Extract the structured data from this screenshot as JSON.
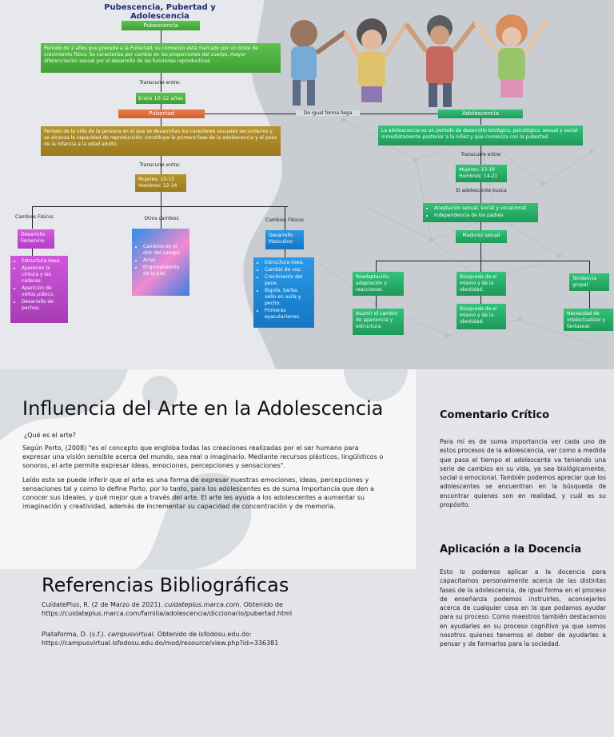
{
  "mindmap": {
    "title": "Pubescencia, Pubertad y Adolescencia",
    "pubescencia": {
      "label": "Pubescencia",
      "desc": "Período de 2 años que precede a la Pubertad, su comienzo está marcado por un brote de crecimiento físico. Se caracteriza por cambio en las proporciones del cuerpo, mayor diferenciación sexual por el desarrollo de las funciones reproductivas",
      "transcurre": "Transcurre entre:",
      "age": "Entre 10-12 años"
    },
    "pubertad": {
      "label": "Pubertad",
      "desc": "Período de la vida de la persona en el que se desarrollan los caracteres sexuales secundarios y se alcanza la capacidad de reproducción; constituye la primera fase de la adolescencia y el paso de la infancia a la edad adulto.",
      "transcurre": "Transcurre entre:",
      "ages": [
        "Mujeres: 10-13",
        "Hombres: 12-14"
      ]
    },
    "connector": "De igual forma llega",
    "femenino": {
      "header": "Cambios Físicos",
      "title": "Desarrollo Femenino",
      "items": [
        "Estructura ósea.",
        "Aparecen la cintura y las caderas.",
        "Aparición de vellos púbico.",
        "Desarrollo de pechos."
      ]
    },
    "otros": {
      "header": "Otros cambios",
      "items": [
        "Cambios en el olor del cuerpo.",
        "Acné.",
        "Engrosamiento de la piel."
      ]
    },
    "masculino": {
      "header": "Cambios Físicos",
      "title": "Desarrollo Masculino",
      "items": [
        "Estructura ósea.",
        "Cambio de voz.",
        "Crecimiento del pene.",
        "Bigote, barba, vello en axila y pecho.",
        "Primeras eyaculaciones."
      ]
    },
    "adolescencia": {
      "label": "Adolescencia",
      "desc": "La adolescencia es un período de desarrollo biológico, psicológico, sexual y social inmediatamente posterior a la niñez y que comienza con la pubertad.",
      "transcurre": "Transcurre entre:",
      "ages": [
        "Mujeres: 13-19",
        "Hombres: 14-21"
      ],
      "busca": "El adolescente busca",
      "goals": [
        "Aceptación sexual, social y vocacional.",
        "Independencia de los padres"
      ],
      "madurez": "Madurez sexual",
      "branches": [
        {
          "top": "Readaptación, adaptación y reacciones.",
          "bottom": "Asumir el cambio de apariencia y estructura."
        },
        {
          "top": "Búsqueda de sí mismo y de la identidad.",
          "bottom": "Búsqueda de sí mismo y de la identidad."
        },
        {
          "top": "Tendencia grupal.",
          "bottom": "Necesidad de intelectualizar y fantasear."
        }
      ]
    }
  },
  "influencia": {
    "title": "Influencia del Arte en la Adolescencia",
    "question": "¿Qué es el arte?",
    "p1": "Según Porto, (2008) \"es el concepto que engloba todas las creaciones realizadas por el ser humano para expresar una visión sensible acerca del mundo, sea real o imaginario. Mediante recursos plásticos, lingüísticos o sonoros, el arte permite expresar ideas, emociones, percepciones y sensaciones\".",
    "p2": "Leído esto se puede inferir que el arte es una forma de expresar nuestras emociones, ideas, percepciones y sensaciones tal y como lo define Porto, por lo tanto, para los adolescentes es de suma importancia que den a conocer sus ideales, y qué mejor que a través del arte. El arte les ayuda a los adolescentes a aumentar su imaginación y creatividad, además de incrementar su capacidad de concentración y de memoria."
  },
  "referencias": {
    "title": "Referencias Bibliográficas",
    "items": [
      {
        "pre": "CuídatePlus, R. (2 de Marzo de 2021). ",
        "ital": "cuidateplus.marca.com",
        "post": ". Obtenido de https://cuidateplus.marca.com/familia/adolescencia/diccionario/pubertad.html"
      },
      {
        "pre": "Plataforma, D. (s.f.). ",
        "ital": "campusvirtual.",
        "post": " Obtenido de isfodosu.edu.do: https://campusvirtual.isfodosu.edu.do/mod/resource/view.php?id=336381"
      }
    ]
  },
  "comentario": {
    "title": "Comentario Crítico",
    "text": "Para mí es de suma importancia ver cada uno de estos procesos de la adolescencia, ver como a medida que pasa el tiempo el adolescente va teniendo una serie de cambios en su vida, ya sea biológicamente, social o emocional. También podemos apreciar que los adolescentes se encuentran en la búsqueda de encontrar quienes son en realidad, y cuál es su propósito."
  },
  "aplicacion": {
    "title": "Aplicación a la Docencia",
    "text": "Esto lo podemos aplicar a la docencia para capacitarnos personalmente acerca de las distintas fases de la adolescencia, de igual forma en el proceso de enseñanza podemos instruirles, aconsejarles acerca de cualquier cosa en la que podamos ayudar para su proceso. Como maestros también destacamos en ayudarles en su proceso cognitivo ya que somos nosotros quienes tenemos el deber de ayudarles a pensar y de formarlos para la sociedad."
  },
  "colors": {
    "green": "#4cb243",
    "mint": "#27ae66",
    "olive": "#a8862a",
    "orange": "#e06e3d",
    "pink": "#c94bd6",
    "blue": "#1a8ad8"
  }
}
